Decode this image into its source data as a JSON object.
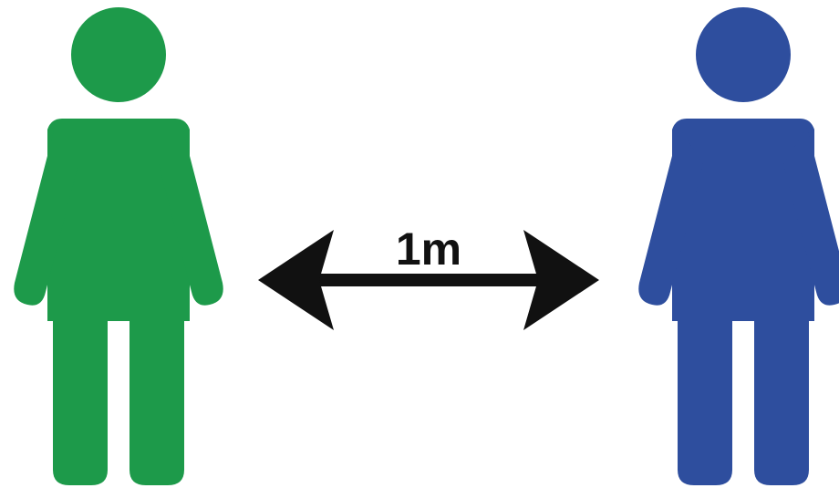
{
  "diagram": {
    "distance_label": "1m",
    "people": [
      {
        "role": "left-person",
        "color": "#1d9a4a",
        "icon": "person-icon"
      },
      {
        "role": "right-person",
        "color": "#2e4e9e",
        "icon": "person-icon"
      }
    ],
    "arrow": {
      "icon": "double-headed-arrow-icon",
      "color": "#111111"
    }
  }
}
